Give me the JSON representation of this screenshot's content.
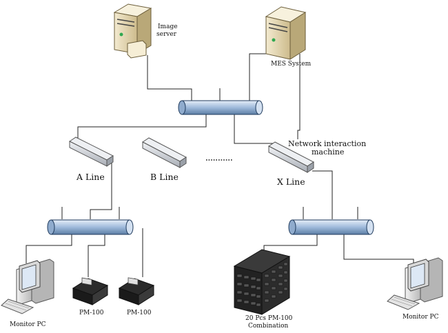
{
  "labels": {
    "image_server_line1": "Image",
    "image_server_line2": "server",
    "mes_system": "MES System",
    "network_machine_line1": "Network interaction",
    "network_machine_line2": "machine",
    "a_line": "A Line",
    "b_line": "B Line",
    "x_line": "X Line",
    "monitor_pc_left": "Monitor PC",
    "monitor_pc_right": "Monitor PC",
    "pm100_1": "PM-100",
    "pm100_2": "PM-100",
    "combo_line1": "20 Pcs PM-100",
    "combo_line2": "Combination"
  },
  "colors": {
    "bus_fill": "#a9c3e0",
    "bus_stroke": "#1f3a5c",
    "server_body": "#e6d8b2",
    "switch_body": "#d6d9de",
    "device_dark": "#1c1c1c"
  }
}
